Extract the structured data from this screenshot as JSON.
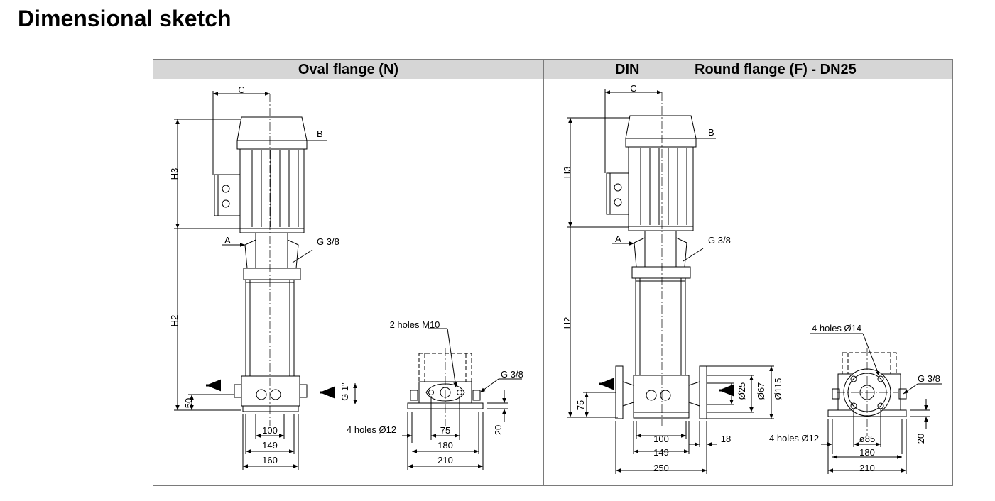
{
  "page_title": "Dimensional sketch",
  "panels": {
    "oval": {
      "title": "Oval flange (N)",
      "labels": {
        "c": "C",
        "b": "B",
        "h3": "H3",
        "a": "A",
        "g38_top": "G 3/8",
        "h2": "H2",
        "d50": "50",
        "g1": "G 1\"",
        "d100": "100",
        "d149": "149",
        "d160": "160",
        "holes_m10": "2 holes M10",
        "g38_base": "G 3/8",
        "holes_12": "4 holes Ø12",
        "d75": "75",
        "d180": "180",
        "d210": "210",
        "d20": "20"
      }
    },
    "round": {
      "title_din": "DIN",
      "title": "Round flange (F) - DN25",
      "labels": {
        "c": "C",
        "b": "B",
        "h3": "H3",
        "a": "A",
        "g38_top": "G 3/8",
        "h2": "H2",
        "d75": "75",
        "d25": "Ø25",
        "d67": "Ø67",
        "d115": "Ø115",
        "d100": "100",
        "d149": "149",
        "d250": "250",
        "d18": "18",
        "holes_14": "4 holes Ø14",
        "g38_base": "G 3/8",
        "holes_12": "4 holes Ø12",
        "d85": "ø85",
        "d180": "180",
        "d210": "210",
        "d20": "20"
      }
    }
  }
}
